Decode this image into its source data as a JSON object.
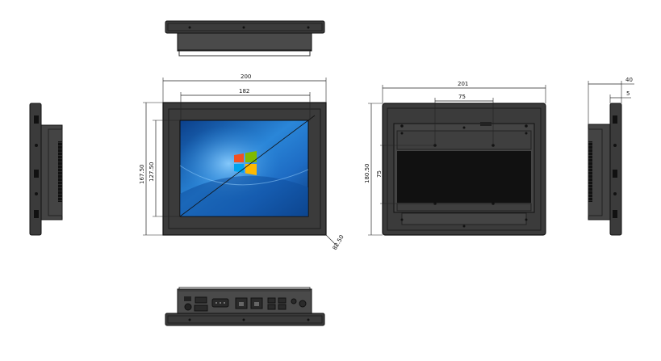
{
  "dimensions": {
    "front_width": "200",
    "front_inner_width": "182",
    "front_height": "167.50",
    "front_inner_height": "127.50",
    "diagonal": "82.50",
    "back_width": "201",
    "back_mount_width": "75",
    "back_height": "180.50",
    "back_mount_height": "75",
    "side_depth": "40",
    "side_bezel": "5"
  },
  "colors": {
    "bezel": "#3b3b3b",
    "bezel_dark": "#1a1a1a",
    "screen_blue": "#1560b8",
    "line": "#222222"
  },
  "icons": {
    "screen_logo": "windows-logo-icon"
  }
}
